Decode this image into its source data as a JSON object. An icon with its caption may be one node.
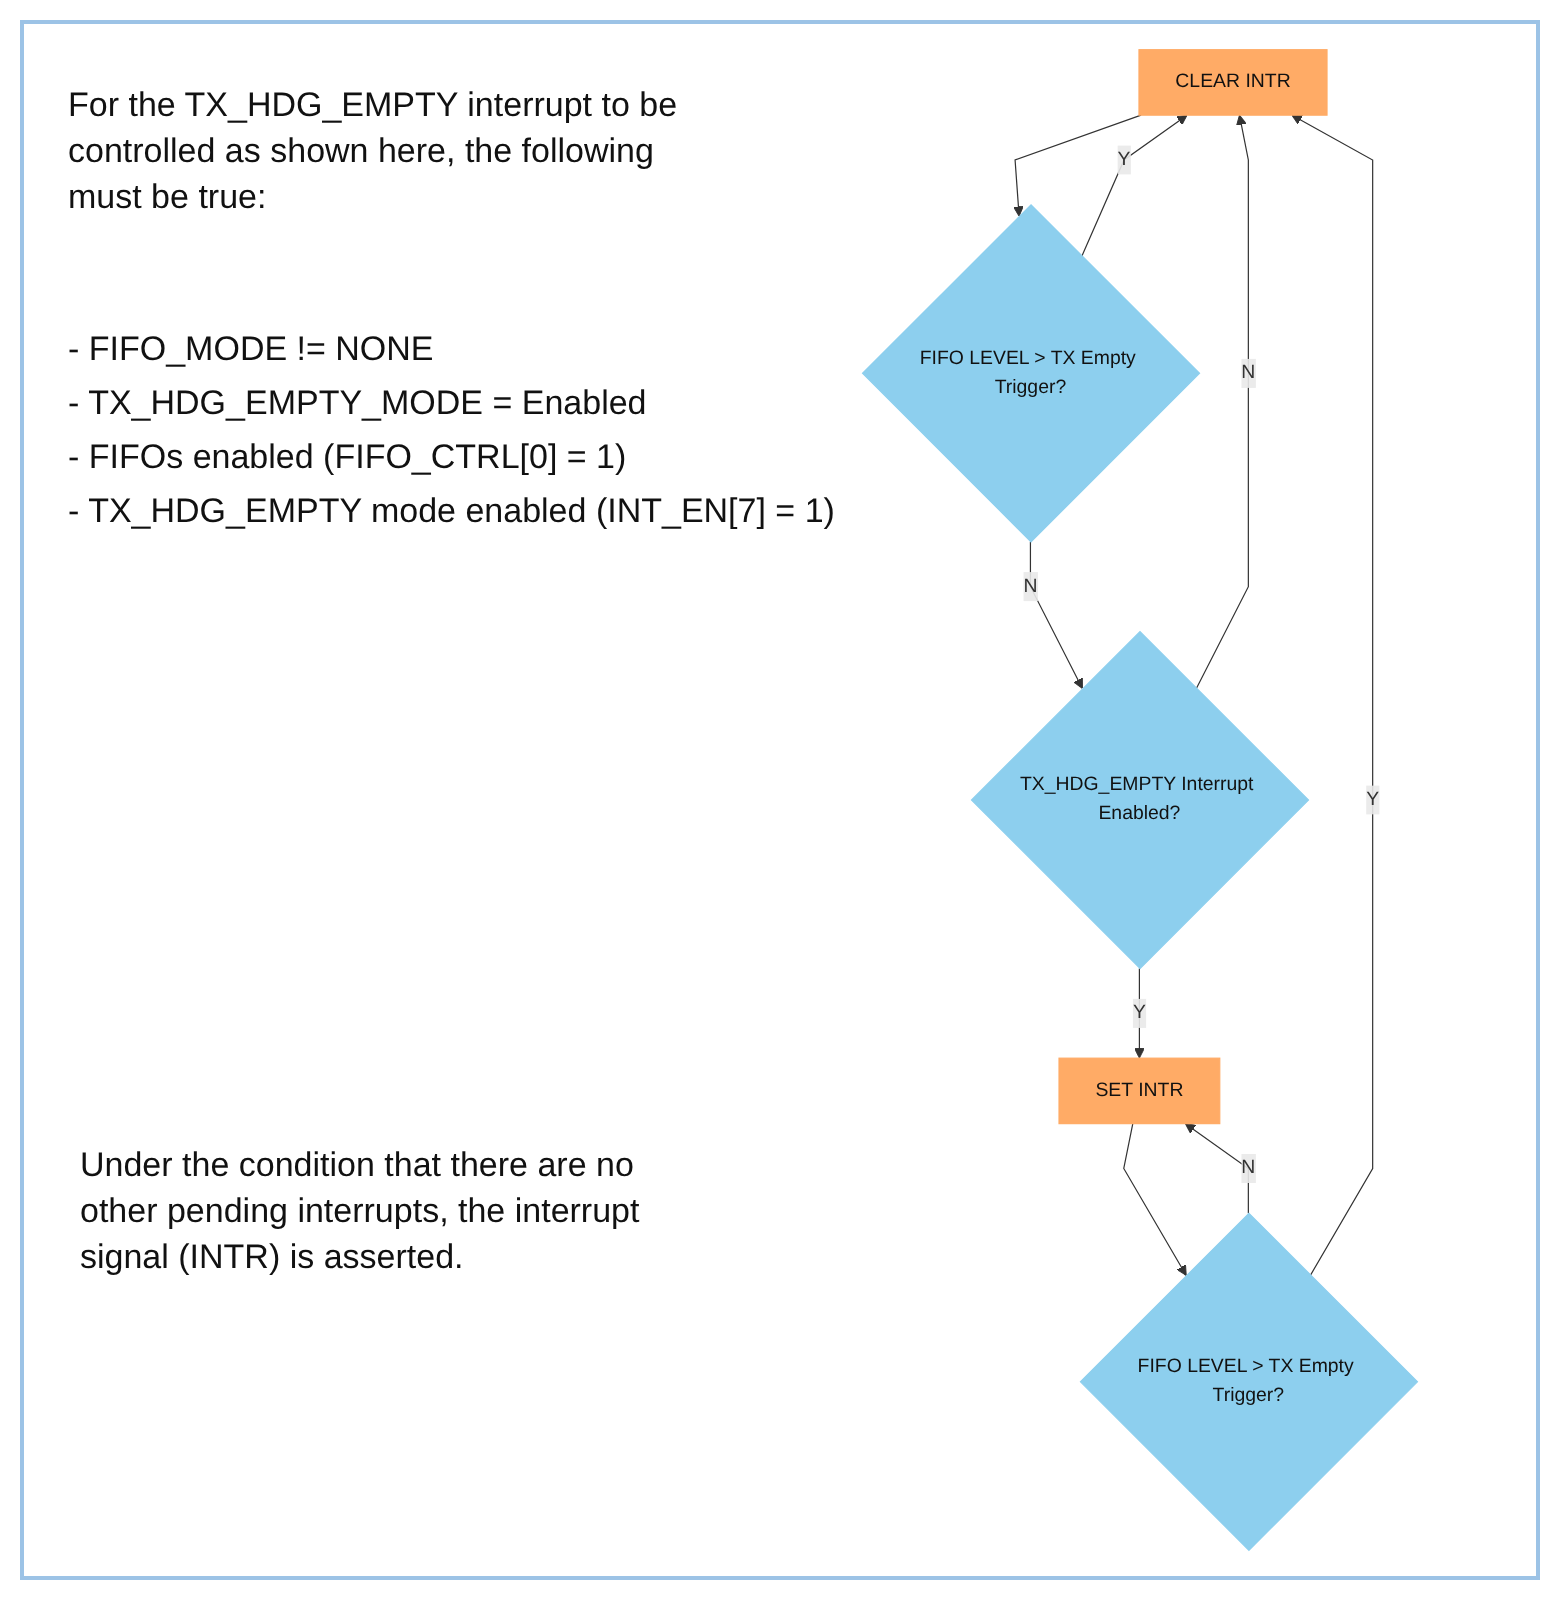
{
  "diagram": {
    "nodes": [
      {
        "text": [
          "CLEAR INTR"
        ]
      },
      {
        "text": [
          "FIFO LEVEL > TX Empty Trigger?"
        ]
      },
      {
        "text": [
          "TX_HDG_EMPTY Interrupt Enabled?"
        ]
      },
      {
        "text": [
          "SET INTR"
        ]
      },
      {
        "text": [
          "FIFO LEVEL > TX Empty Trigger?"
        ]
      }
    ],
    "edges": [
      {
        "from": 0,
        "to": 1,
        "arrow": "to"
      },
      {
        "from": 1,
        "to": 0,
        "label": "Y",
        "arrow": "to"
      },
      {
        "from": 1,
        "to": 2,
        "label": "N",
        "arrow": "to"
      },
      {
        "from": 2,
        "to": 0,
        "label": "N",
        "arrow": "to"
      },
      {
        "from": 2,
        "to": 3,
        "label": "Y",
        "arrow": "to"
      },
      {
        "from": 3,
        "to": 4,
        "arrow": "to"
      },
      {
        "from": 4,
        "to": 3,
        "label": "N",
        "arrow": "to"
      },
      {
        "from": 4,
        "to": 0,
        "label": "Y",
        "arrow": "to"
      }
    ],
    "labels": [
      "For the TX_HDG_EMPTY interrupt to be controlled as shown here, the following must be true:",
      "- FIFO_MODE != NONE",
      "- TX_HDG_EMPTY_MODE = Enabled",
      "- FIFOs enabled (FIFO_CTRL[0] = 1)",
      "- TX_HDG_EMPTY mode enabled (INT_EN[7] = 1)",
      "Under the condition that there are no other pending interrupts, the interrupt signal (INTR) is asserted."
    ]
  }
}
